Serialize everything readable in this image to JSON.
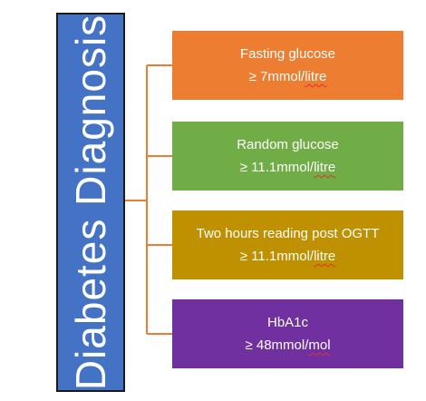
{
  "title": "Diabetes Diagnosis",
  "colors": {
    "title_bg": "#4472C4",
    "connector": "#ED7D31"
  },
  "criteria": [
    {
      "label": "Fasting glucose",
      "value_prefix": "≥ 7mmol/",
      "value_unit": "litre",
      "color": "#ED7D31"
    },
    {
      "label": "Random glucose",
      "value_prefix": "≥ 11.1mmol/",
      "value_unit": "litre",
      "color": "#70AD47"
    },
    {
      "label": "Two hours reading post OGTT",
      "value_prefix": "≥ 11.1mmol/",
      "value_unit": "litre",
      "color": "#BF9000"
    },
    {
      "label": "HbA1c",
      "value_prefix": "≥ 48mmol/",
      "value_unit": "mol",
      "color": "#7030A0"
    }
  ]
}
